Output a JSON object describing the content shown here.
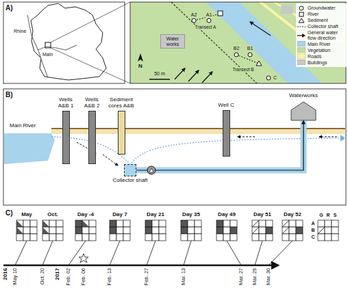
{
  "diagram": {
    "nodes": [
      {
        "text": [
          "Water works"
        ]
      },
      {
        "text": [
          "Wells A&B 1"
        ]
      },
      {
        "text": [
          "Wells A&B 2"
        ]
      },
      {
        "text": [
          "Sediment cores A&B"
        ]
      },
      {
        "text": [
          "Well C"
        ]
      },
      {
        "text": [
          "Waterworks"
        ]
      },
      {
        "text": [
          "Collector shaft"
        ]
      }
    ],
    "edges": [
      {
        "from": 6,
        "to": 5,
        "arrow": "to"
      }
    ],
    "labels": [
      "A)",
      "Rhine",
      "Main",
      "A2",
      "A1",
      "Transect A",
      "B2",
      "B1",
      "Transect B",
      "C",
      "N",
      "50 m",
      "B)",
      "Main River",
      "C)",
      "May",
      "Oct.",
      "Day -4",
      "Day 7",
      "Day 21",
      "Day 35",
      "Day 49",
      "Day 51",
      "Day 52",
      "G",
      "R",
      "S",
      "A",
      "B",
      "C",
      "2016",
      "2017",
      "May 10",
      "Oct. 20",
      "Feb. 02",
      "Feb. 06",
      "Feb. 13",
      "Feb. 27",
      "Mar. 13",
      "Mar. 27",
      "Mar. 29",
      "Mar. 30"
    ],
    "legend": [
      {
        "text": "Groundwater"
      },
      {
        "text": "River"
      },
      {
        "text": "Sediment"
      },
      {
        "text": "Collector shaft"
      },
      {
        "text": "General water flow direction"
      },
      {
        "text": "Main River",
        "color": "#a8d3ec"
      },
      {
        "text": "Vegetation",
        "color": "#c3dfa3"
      },
      {
        "text": "Roads",
        "color": "#fbf3a6"
      },
      {
        "text": "Buildings",
        "color": "#c8c8c8"
      }
    ]
  }
}
